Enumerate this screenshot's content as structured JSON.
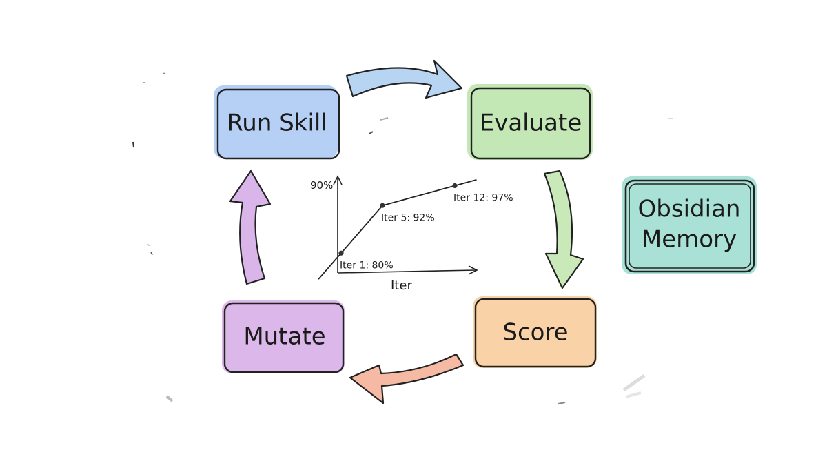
{
  "nodes": {
    "run_skill": {
      "label": "Run Skill",
      "fill": "#b5cff5"
    },
    "evaluate": {
      "label": "Evaluate",
      "fill": "#c4e7b6"
    },
    "score": {
      "label": "Score",
      "fill": "#f9d3a7"
    },
    "mutate": {
      "label": "Mutate",
      "fill": "#dcb8ea"
    },
    "memory": {
      "label_line1": "Obsidian",
      "label_line2": "Memory",
      "fill": "#a9e1d6"
    }
  },
  "arrows": {
    "run_to_evaluate": {
      "fill": "#b7d4f3",
      "icon": "curved-arrow-right"
    },
    "evaluate_to_score": {
      "fill": "#c9eab8",
      "icon": "curved-arrow-down"
    },
    "score_to_mutate": {
      "fill": "#f6b9a3",
      "icon": "curved-arrow-left"
    },
    "mutate_to_run": {
      "fill": "#d9b5ea",
      "icon": "curved-arrow-up"
    }
  },
  "chart_data": {
    "type": "line",
    "ylabel": "90%",
    "xlabel": "Iter",
    "points": [
      {
        "x": 1,
        "y": 80,
        "label": "Iter 1: 80%"
      },
      {
        "x": 5,
        "y": 92,
        "label": "Iter 5: 92%"
      },
      {
        "x": 12,
        "y": 97,
        "label": "Iter 12: 97%"
      }
    ],
    "xlim": [
      0,
      14
    ],
    "ylim": [
      75,
      99
    ],
    "grid": false,
    "legend": "none"
  }
}
